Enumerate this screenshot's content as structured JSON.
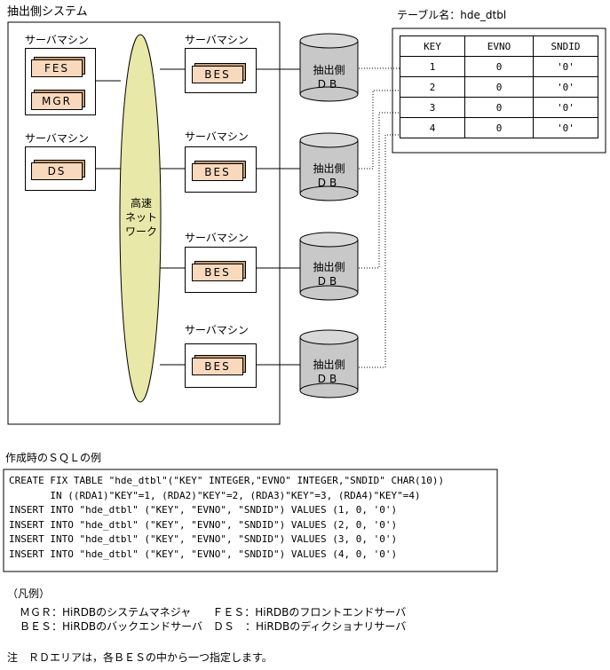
{
  "system_title": "抽出側システム",
  "server_label": "サーバマシン",
  "network_label": [
    "高速",
    "ネット",
    "ワーク"
  ],
  "modules": {
    "fes": "FES",
    "mgr": "MGR",
    "ds": "DS",
    "bes": "BES"
  },
  "db_label": [
    "抽出側",
    "DB"
  ],
  "table_caption": "テーブル名：hde_dtbl",
  "table": {
    "headers": [
      "KEY",
      "EVNO",
      "SNDID"
    ],
    "rows": [
      [
        "1",
        "0",
        "'0'"
      ],
      [
        "2",
        "0",
        "'0'"
      ],
      [
        "3",
        "0",
        "'0'"
      ],
      [
        "4",
        "0",
        "'0'"
      ]
    ]
  },
  "sql_heading": "作成時のＳＱＬの例",
  "sql_lines": [
    "CREATE FIX TABLE \"hde_dtbl\"(\"KEY\" INTEGER,\"EVNO\" INTEGER,\"SNDID\" CHAR(10))",
    "       IN ((RDA1)\"KEY\"=1, (RDA2)\"KEY\"=2, (RDA3)\"KEY\"=3, (RDA4)\"KEY\"=4)",
    "INSERT INTO \"hde_dtbl\" (\"KEY\", \"EVNO\", \"SNDID\") VALUES (1, 0, '0')",
    "INSERT INTO \"hde_dtbl\" (\"KEY\", \"EVNO\", \"SNDID\") VALUES (2, 0, '0')",
    "INSERT INTO \"hde_dtbl\" (\"KEY\", \"EVNO\", \"SNDID\") VALUES (3, 0, '0')",
    "INSERT INTO \"hde_dtbl\" (\"KEY\", \"EVNO\", \"SNDID\") VALUES (4, 0, '0')"
  ],
  "legend_title": "（凡例）",
  "legend_lines": [
    "ＭＧＲ：HiRDBのシステムマネジャ　　ＦＥＳ：HiRDBのフロントエンドサーバ",
    "ＢＥＳ：HiRDBのバックエンドサーバ　ＤＳ　：HiRDBのディクショナリサーバ"
  ],
  "note": "注　ＲＤエリアは，各ＢＥＳの中から一つ指定します。",
  "colors": {
    "module_fill": "#f9d9bd",
    "network_fill": "#e8e8a8",
    "db_fill": "#c8c8c8"
  }
}
